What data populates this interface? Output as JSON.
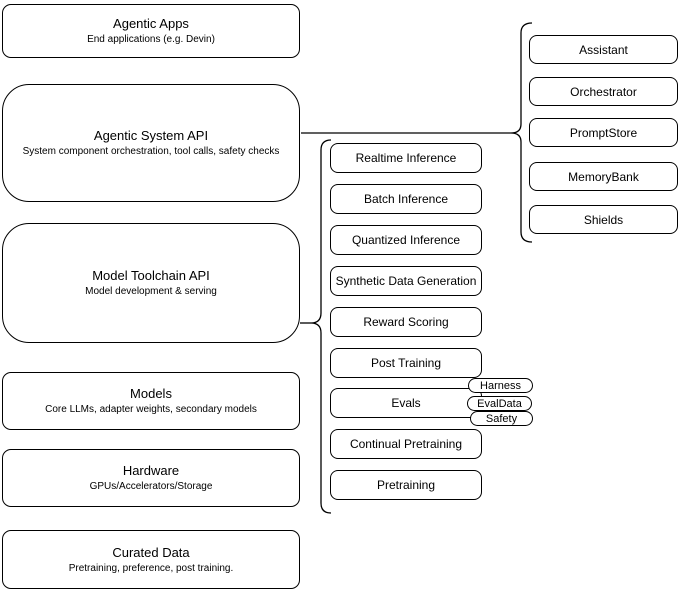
{
  "diagram": {
    "left_stack": [
      {
        "title": "Agentic Apps",
        "subtitle": "End applications (e.g. Devin)"
      },
      {
        "title": "Agentic System API",
        "subtitle": "System component orchestration, tool calls, safety checks"
      },
      {
        "title": "Model Toolchain API",
        "subtitle": "Model development & serving"
      },
      {
        "title": "Models",
        "subtitle": "Core LLMs, adapter weights, secondary models"
      },
      {
        "title": "Hardware",
        "subtitle": "GPUs/Accelerators/Storage"
      },
      {
        "title": "Curated Data",
        "subtitle": "Pretraining, preference, post training."
      }
    ],
    "toolchain_services": [
      "Realtime Inference",
      "Batch Inference",
      "Quantized Inference",
      "Synthetic Data Generation",
      "Reward Scoring",
      "Post Training",
      "Evals",
      "Continual Pretraining",
      "Pretraining"
    ],
    "eval_tags": [
      "Harness",
      "EvalData",
      "Safety"
    ],
    "system_components": [
      "Assistant",
      "Orchestrator",
      "PromptStore",
      "MemoryBank",
      "Shields"
    ],
    "colors": {
      "stroke": "#000000",
      "fill": "#ffffff",
      "text": "#000000"
    }
  }
}
